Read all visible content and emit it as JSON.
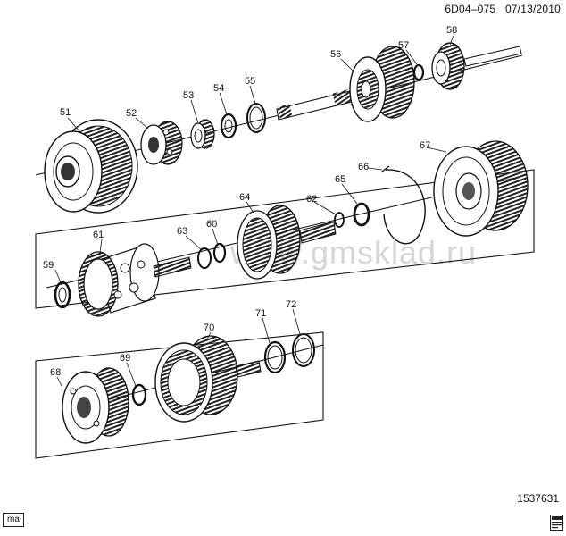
{
  "header": {
    "code": "6D04–075",
    "date": "07/13/2010"
  },
  "footer": {
    "id": "1537631",
    "tag": "ma"
  },
  "watermark": "www.gmsklad.ru",
  "parts": {
    "p51": "51",
    "p52": "52",
    "p53": "53",
    "p54": "54",
    "p55": "55",
    "p56": "56",
    "p57": "57",
    "p58": "58",
    "p59": "59",
    "p60": "60",
    "p61": "61",
    "p62": "62",
    "p63": "63",
    "p64": "64",
    "p65": "65",
    "p66": "66",
    "p67": "67",
    "p68": "68",
    "p69": "69",
    "p70": "70",
    "p71": "71",
    "p72": "72"
  }
}
